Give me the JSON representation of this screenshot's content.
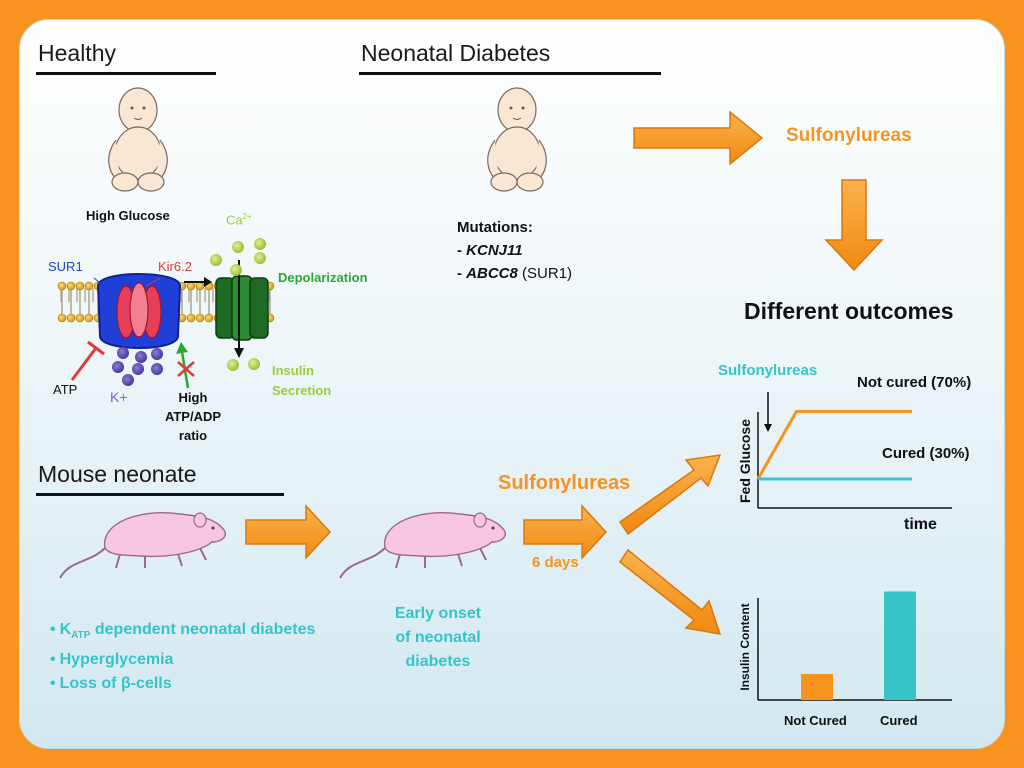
{
  "sections": {
    "healthy": "Healthy",
    "neonatal": "Neonatal Diabetes",
    "mouse": "Mouse neonate"
  },
  "healthy_panel": {
    "glucose": "High Glucose",
    "ca": "Ca",
    "ca_sup": "2+",
    "sur1": "SUR1",
    "kir": "Kir6.2",
    "depol": "Depolarization",
    "insulin1": "Insulin",
    "insulin2": "Secretion",
    "atp": "ATP",
    "kplus": "K+",
    "ratio1": "High",
    "ratio2": "ATP/ADP",
    "ratio3": "ratio"
  },
  "mutations": {
    "title": "Mutations:",
    "g1_dash": "- ",
    "g1": "KCNJ11",
    "g2_dash": "- ",
    "g2": "ABCC8",
    "g2_note": " (SUR1)"
  },
  "treatment": {
    "top": "Sulfonylureas",
    "outcome": "Different outcomes",
    "mouse": "Sulfonylureas",
    "days": "6 days",
    "chart_label": "Sulfonylureas"
  },
  "mouse_bullets": [
    {
      "pre": "K",
      "sub": "ATP",
      "post": " dependent neonatal diabetes"
    },
    {
      "pre": "Hyperglycemia",
      "sub": "",
      "post": ""
    },
    {
      "pre": "Loss of β-cells",
      "sub": "",
      "post": ""
    }
  ],
  "early_onset": [
    "Early onset",
    "of neonatal",
    "diabetes"
  ],
  "colors": {
    "orange": "#f7931e",
    "teal": "#36c4c9",
    "green": "#2aa830",
    "blue": "#1f3fd6",
    "red": "#e03a3a"
  },
  "chart_data": [
    {
      "type": "line",
      "xlabel": "time",
      "ylabel": "Fed Glucose",
      "x": [
        0,
        1,
        4
      ],
      "series": [
        {
          "name": "Not cured (70%)",
          "values": [
            0.3,
            1.0,
            1.0
          ],
          "color": "#f7931e"
        },
        {
          "name": "Cured (30%)",
          "values": [
            0.3,
            0.3,
            0.3
          ],
          "color": "#36c4c9"
        }
      ],
      "ylim": [
        0,
        1.2
      ]
    },
    {
      "type": "bar",
      "ylabel": "Insulin Content",
      "categories": [
        "Not Cured",
        "Cured"
      ],
      "values": [
        0.24,
        1.0
      ],
      "colors": [
        "#f7931e",
        "#36c4c9"
      ],
      "ylim": [
        0,
        1.05
      ]
    }
  ]
}
